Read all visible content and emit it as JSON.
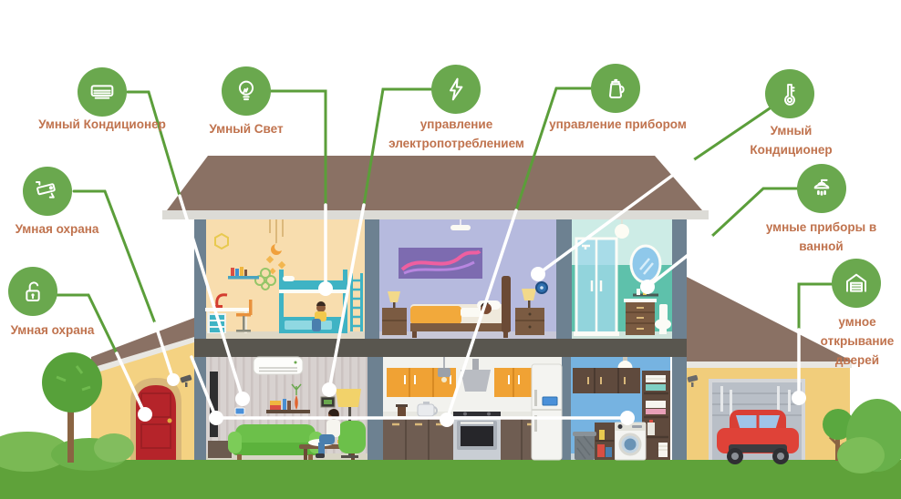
{
  "title": "Умный дом — инфографика",
  "callouts": [
    {
      "id": "ac-left",
      "label": "Умный Кондиционер",
      "icon": "air-conditioner-icon",
      "target": "кондиционер в гостиной"
    },
    {
      "id": "smart-light",
      "label": "Умный Свет",
      "icon": "light-bulb-icon",
      "target": "светильник в детской"
    },
    {
      "id": "power-control",
      "label": "управление электропотреблением",
      "icon": "lightning-icon",
      "target": "торшер в гостиной"
    },
    {
      "id": "appliance-control",
      "label": "управление прибором",
      "icon": "kettle-icon",
      "target": "чайник на кухне"
    },
    {
      "id": "ac-right",
      "label": "Умный Кондиционер",
      "icon": "thermometer-icon",
      "target": "термостат в спальне"
    },
    {
      "id": "security-camera",
      "label": "Умная охрана",
      "icon": "cctv-camera-icon",
      "target": "камера у входной двери"
    },
    {
      "id": "bathroom-devices",
      "label": "умные приборы в ванной",
      "icon": "shower-icon",
      "target": "ванная комната"
    },
    {
      "id": "security-lock",
      "label": "Умная охрана",
      "icon": "padlock-icon",
      "target": "замок входной двери"
    },
    {
      "id": "door-opening",
      "label": "умное открывание дверей",
      "icon": "garage-door-icon",
      "target": "ворота гаража"
    }
  ],
  "colors": {
    "badge_green": "#6aa84e",
    "line_green": "#5b9e3a",
    "line_white": "#ffffff",
    "label_text": "#c0734e",
    "roof": "#8a7164",
    "wall_frame": "#6d8191",
    "kids_room_wall": "#f8ddae",
    "bedroom_wall": "#b6bade",
    "bathroom_wall": "#5ec1ab",
    "living_room_wall": "#d8d2d0",
    "kitchen_wall": "#f2f2ee",
    "laundry_wall": "#76b3e1",
    "porch_wall": "#f4d282",
    "garage_wall": "#f1cd7b",
    "front_door": "#b5242a",
    "car": "#df4238",
    "sofa": "#6cc04a",
    "kitchen_cabinets": "#f0a234",
    "ground": "#5fa23a"
  },
  "rooms": [
    "детская",
    "спальня",
    "ванная",
    "гостиная",
    "кухня",
    "прачечная",
    "гараж"
  ]
}
